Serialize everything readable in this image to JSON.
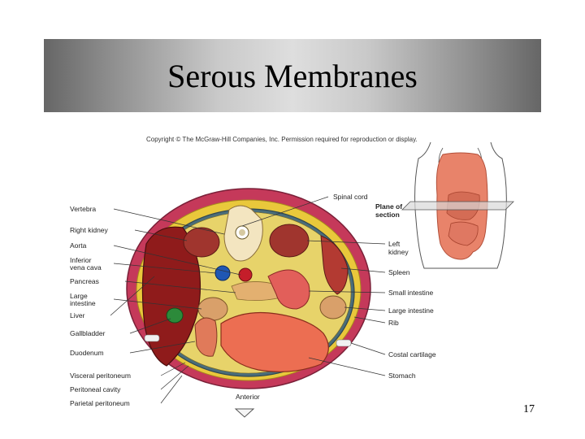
{
  "slide": {
    "title": "Serous Membranes",
    "page_number": "17"
  },
  "figure": {
    "copyright": "Copyright © The McGraw-Hill Companies, Inc. Permission required for reproduction or display.",
    "orientation": "Anterior",
    "plane_label_1": "Plane of",
    "plane_label_2": "section",
    "left_labels": {
      "vertebra": "Vertebra",
      "right_kidney": "Right kidney",
      "aorta": "Aorta",
      "ivc_1": "Inferior",
      "ivc_2": "vena cava",
      "pancreas": "Pancreas",
      "large_intestine_1": "Large",
      "large_intestine_2": "intestine",
      "liver": "Liver",
      "gallbladder": "Gallbladder",
      "duodenum": "Duodenum",
      "visceral_peritoneum": "Visceral peritoneum",
      "peritoneal_cavity": "Peritoneal cavity",
      "parietal_peritoneum": "Parietal peritoneum"
    },
    "right_labels": {
      "spinal_cord": "Spinal cord",
      "left_kidney_1": "Left",
      "left_kidney_2": "kidney",
      "spleen": "Spleen",
      "small_intestine": "Small intestine",
      "large_intestine": "Large intestine",
      "rib": "Rib",
      "costal_cartilage": "Costal cartilage",
      "stomach": "Stomach"
    }
  }
}
